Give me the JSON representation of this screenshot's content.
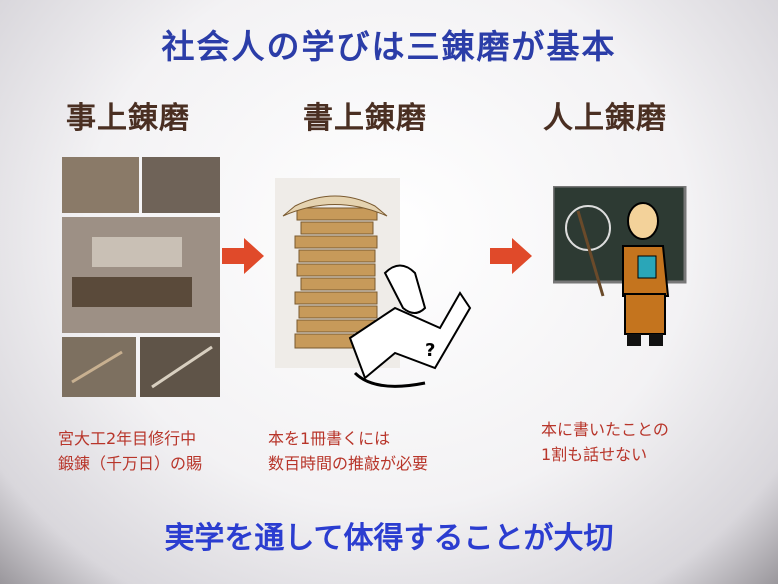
{
  "title": "社会人の学びは三錬磨が基本",
  "columns": [
    {
      "heading": "事上錬磨",
      "caption": [
        "宮大工2年目修行中",
        "鍛錬（千万日）の賜"
      ],
      "image": "carpentry-photo-collage"
    },
    {
      "heading": "書上錬磨",
      "caption": [
        "本を1冊書くには",
        "数百時間の推敲が必要"
      ],
      "image": "book-stack-with-bookworm"
    },
    {
      "heading": "人上錬磨",
      "caption": [
        "本に書いたことの",
        "1割も話せない"
      ],
      "image": "teacher-at-blackboard"
    }
  ],
  "footer": "実学を通して体得することが大切",
  "colors": {
    "title": "#2b3da8",
    "heading": "#4a2f22",
    "caption": "#b8352a",
    "arrow": "#e04a2a"
  }
}
